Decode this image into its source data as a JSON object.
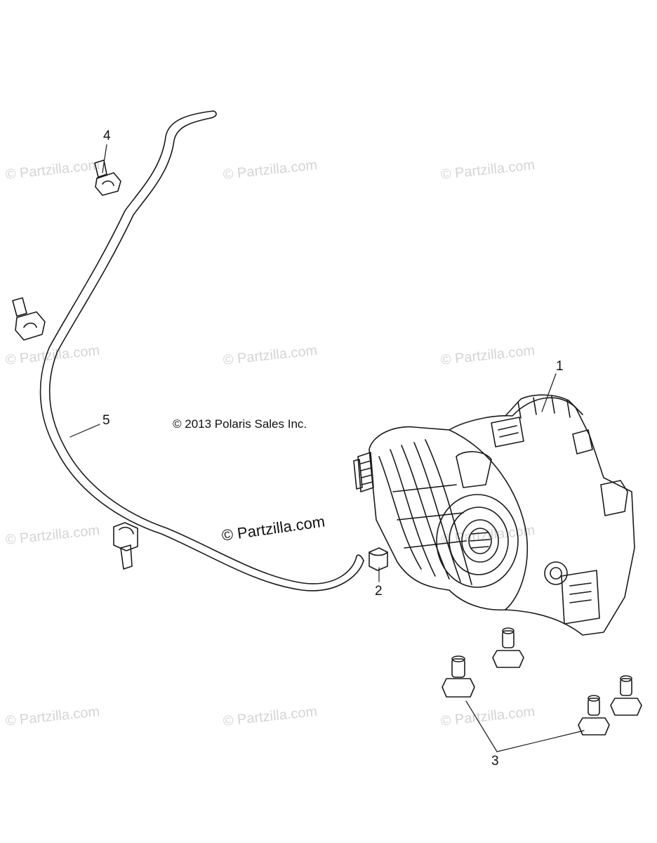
{
  "diagram": {
    "copyright": "© 2013 Polaris Sales Inc.",
    "watermark_text": "© Partzilla.com",
    "callouts": [
      {
        "id": "1",
        "label": "1"
      },
      {
        "id": "2",
        "label": "2"
      },
      {
        "id": "3",
        "label": "3"
      },
      {
        "id": "4",
        "label": "4"
      },
      {
        "id": "5",
        "label": "5"
      }
    ],
    "colors": {
      "line": "#1a1a1a",
      "watermark": "#d4d4d4"
    }
  }
}
